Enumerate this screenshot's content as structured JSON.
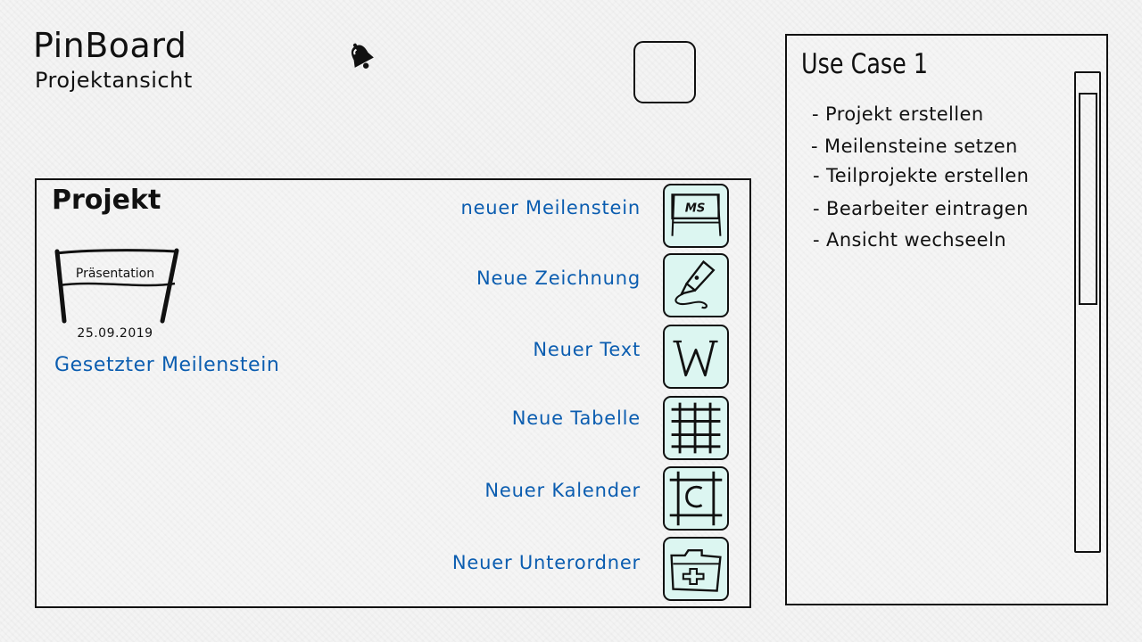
{
  "header": {
    "title": "PinBoard",
    "subtitle": "Projektansicht",
    "bell_icon": "bell-icon",
    "square_button_icon": "blank-square"
  },
  "project": {
    "heading": "Projekt",
    "milestone": {
      "label": "Präsentation",
      "date": "25.09.2019",
      "link": "Gesetzter Meilenstein",
      "icon": "milestone-banner-icon"
    },
    "actions": [
      {
        "label": "neuer Meilenstein",
        "icon": "milestone-ms-icon"
      },
      {
        "label": "Neue Zeichnung",
        "icon": "pen-nib-icon"
      },
      {
        "label": "Neuer Text",
        "icon": "text-w-icon"
      },
      {
        "label": "Neue Tabelle",
        "icon": "table-grid-icon"
      },
      {
        "label": "Neuer Kalender",
        "icon": "calendar-icon"
      },
      {
        "label": "Neuer Unterordner",
        "icon": "folder-plus-icon"
      }
    ]
  },
  "usecase": {
    "title": "Use Case 1",
    "items": [
      "- Projekt erstellen",
      "- Meilensteine setzen",
      "- Teilprojekte erstellen",
      "- Bearbeiter eintragen",
      "- Ansicht wechseeln"
    ]
  },
  "colors": {
    "link": "#0b5db0",
    "icon_fill": "#dcf6f1",
    "ink": "#111111",
    "background": "#f4f4f4"
  }
}
